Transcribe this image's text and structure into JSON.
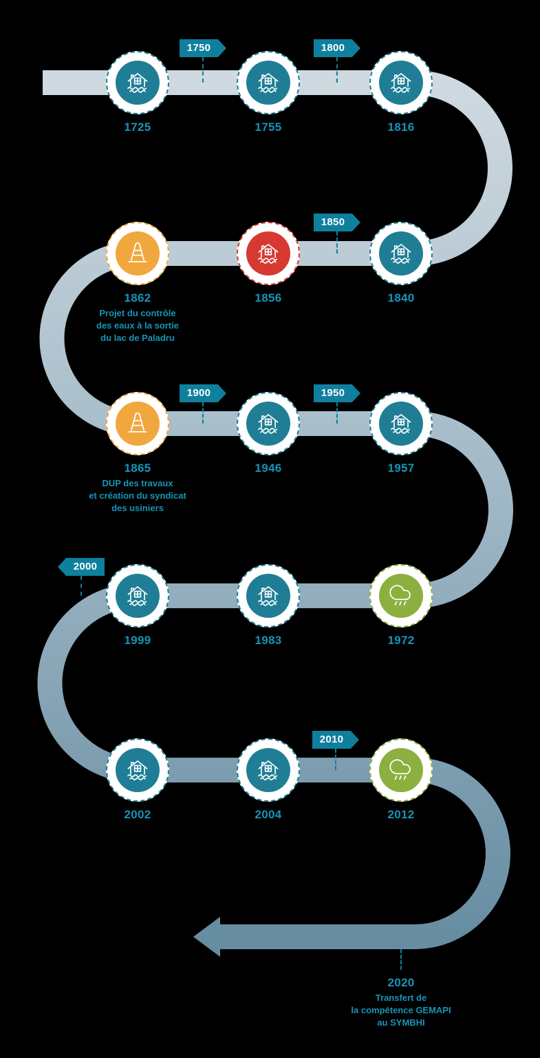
{
  "colors": {
    "background": "#000000",
    "path_top": "#cfd9e0",
    "path_mid": "#a9becb",
    "path_bottom": "#678da2",
    "teal": "#1f7e95",
    "orange": "#f0a73d",
    "red": "#d6392f",
    "green": "#8bb03f",
    "flag": "#0f7f9e",
    "text": "#1795b6"
  },
  "flags": [
    {
      "label": "1750",
      "direction": "right"
    },
    {
      "label": "1800",
      "direction": "right"
    },
    {
      "label": "1850",
      "direction": "right"
    },
    {
      "label": "1900",
      "direction": "right"
    },
    {
      "label": "1950",
      "direction": "right"
    },
    {
      "label": "2000",
      "direction": "left"
    },
    {
      "label": "2010",
      "direction": "right"
    }
  ],
  "nodes": [
    {
      "year": "1725",
      "icon": "flood-house-icon",
      "variant": "teal"
    },
    {
      "year": "1755",
      "icon": "flood-house-icon",
      "variant": "teal"
    },
    {
      "year": "1816",
      "icon": "flood-house-icon",
      "variant": "teal"
    },
    {
      "year": "1862",
      "icon": "roadwork-cone-icon",
      "variant": "orange",
      "description": "Projet du contrôle\ndes eaux à la sortie\ndu lac de Paladru"
    },
    {
      "year": "1856",
      "icon": "flood-house-icon",
      "variant": "red"
    },
    {
      "year": "1840",
      "icon": "flood-house-icon",
      "variant": "teal"
    },
    {
      "year": "1865",
      "icon": "roadwork-cone-icon",
      "variant": "orange",
      "description": "DUP des travaux\net création du syndicat\ndes usiniers"
    },
    {
      "year": "1946",
      "icon": "flood-house-icon",
      "variant": "teal"
    },
    {
      "year": "1957",
      "icon": "flood-house-icon",
      "variant": "teal"
    },
    {
      "year": "1999",
      "icon": "flood-house-icon",
      "variant": "teal"
    },
    {
      "year": "1983",
      "icon": "flood-house-icon",
      "variant": "teal"
    },
    {
      "year": "1972",
      "icon": "rain-cloud-icon",
      "variant": "green"
    },
    {
      "year": "2002",
      "icon": "flood-house-icon",
      "variant": "teal"
    },
    {
      "year": "2004",
      "icon": "flood-house-icon",
      "variant": "teal"
    },
    {
      "year": "2012",
      "icon": "rain-cloud-icon",
      "variant": "green"
    }
  ],
  "endpoint": {
    "year": "2020",
    "description": "Transfert de\nla compétence GEMAPI\nau SYMBHI"
  }
}
